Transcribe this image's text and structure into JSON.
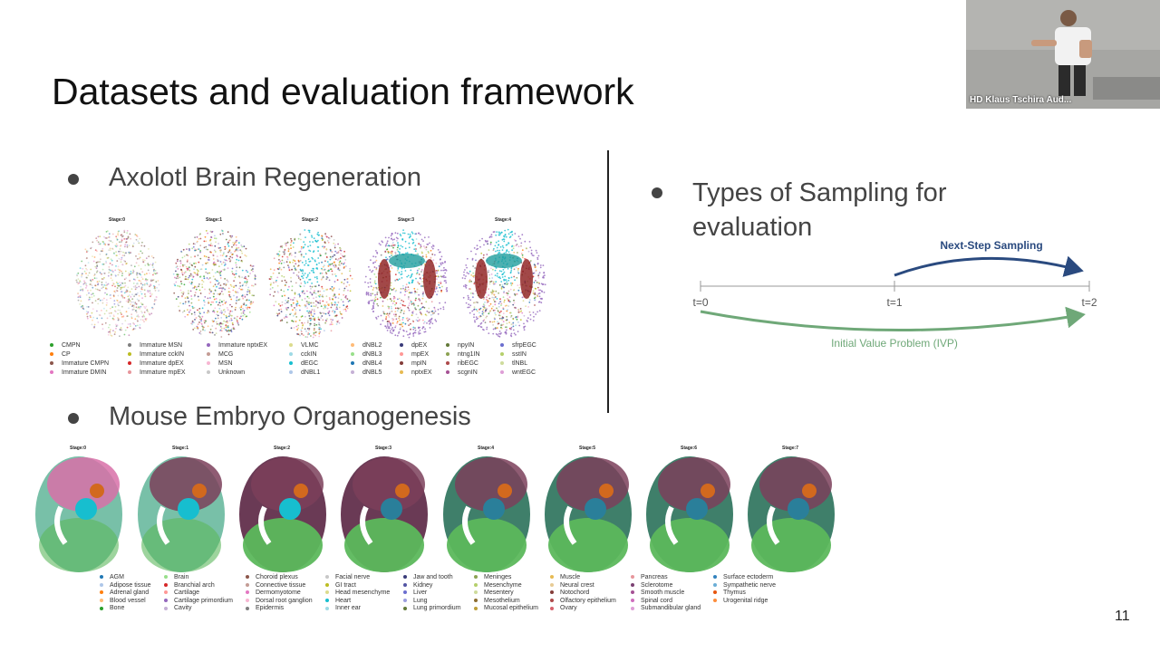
{
  "slide": {
    "title": "Datasets and evaluation framework",
    "page_number": "11"
  },
  "bullets": {
    "axolotl": "Axolotl Brain Regeneration",
    "mouse": "Mouse Embryo Organogenesis",
    "sampling": "Types of Sampling for evaluation"
  },
  "axolotl_stages": [
    "Stage:0",
    "Stage:1",
    "Stage:2",
    "Stage:3",
    "Stage:4"
  ],
  "axolotl_legend": [
    {
      "label": "CMPN",
      "color": "#2ca02c"
    },
    {
      "label": "CP",
      "color": "#ff7f0e"
    },
    {
      "label": "Immature CMPN",
      "color": "#8c564b"
    },
    {
      "label": "Immature DMIN",
      "color": "#e377c2"
    },
    {
      "label": "Immature MSN",
      "color": "#7f7f7f"
    },
    {
      "label": "Immature cckIN",
      "color": "#bcbd22"
    },
    {
      "label": "Immature dpEX",
      "color": "#d62728"
    },
    {
      "label": "Immature mpEX",
      "color": "#e7969c"
    },
    {
      "label": "Immature nptxEX",
      "color": "#9467bd"
    },
    {
      "label": "MCG",
      "color": "#c49c94"
    },
    {
      "label": "MSN",
      "color": "#f7b6d2"
    },
    {
      "label": "Unknown",
      "color": "#c7c7c7"
    },
    {
      "label": "VLMC",
      "color": "#dbdb8d"
    },
    {
      "label": "cckIN",
      "color": "#9edae5"
    },
    {
      "label": "dEGC",
      "color": "#17becf"
    },
    {
      "label": "dNBL1",
      "color": "#aec7e8"
    },
    {
      "label": "dNBL2",
      "color": "#ffbb78"
    },
    {
      "label": "dNBL3",
      "color": "#98df8a"
    },
    {
      "label": "dNBL4",
      "color": "#1f77b4"
    },
    {
      "label": "dNBL5",
      "color": "#c5b0d5"
    },
    {
      "label": "dpEX",
      "color": "#393b79"
    },
    {
      "label": "mpEX",
      "color": "#ff9896"
    },
    {
      "label": "mpIN",
      "color": "#843c39"
    },
    {
      "label": "nptxEX",
      "color": "#e7ba52"
    },
    {
      "label": "npyIN",
      "color": "#637939"
    },
    {
      "label": "ntng1IN",
      "color": "#8ca252"
    },
    {
      "label": "ribEGC",
      "color": "#ad494a"
    },
    {
      "label": "scgnIN",
      "color": "#a55194"
    },
    {
      "label": "sfrpEGC",
      "color": "#6b6ecf"
    },
    {
      "label": "sstIN",
      "color": "#b5cf6b"
    },
    {
      "label": "tlNBL",
      "color": "#cedb9c"
    },
    {
      "label": "wntEGC",
      "color": "#de9ed6"
    }
  ],
  "mouse_stages": [
    "Stage:0",
    "Stage:1",
    "Stage:2",
    "Stage:3",
    "Stage:4",
    "Stage:5",
    "Stage:6",
    "Stage:7"
  ],
  "mouse_legend": [
    {
      "label": "AGM",
      "color": "#1f77b4"
    },
    {
      "label": "Adipose tissue",
      "color": "#aec7e8"
    },
    {
      "label": "Adrenal gland",
      "color": "#ff7f0e"
    },
    {
      "label": "Blood vessel",
      "color": "#ffbb78"
    },
    {
      "label": "Bone",
      "color": "#2ca02c"
    },
    {
      "label": "Brain",
      "color": "#98df8a"
    },
    {
      "label": "Branchial arch",
      "color": "#d62728"
    },
    {
      "label": "Cartilage",
      "color": "#ff9896"
    },
    {
      "label": "Cartilage primordium",
      "color": "#9467bd"
    },
    {
      "label": "Cavity",
      "color": "#c5b0d5"
    },
    {
      "label": "Choroid plexus",
      "color": "#8c564b"
    },
    {
      "label": "Connective tissue",
      "color": "#c49c94"
    },
    {
      "label": "Dermomyotome",
      "color": "#e377c2"
    },
    {
      "label": "Dorsal root ganglion",
      "color": "#f7b6d2"
    },
    {
      "label": "Epidermis",
      "color": "#7f7f7f"
    },
    {
      "label": "Facial nerve",
      "color": "#c7c7c7"
    },
    {
      "label": "GI tract",
      "color": "#bcbd22"
    },
    {
      "label": "Head mesenchyme",
      "color": "#dbdb8d"
    },
    {
      "label": "Heart",
      "color": "#17becf"
    },
    {
      "label": "Inner ear",
      "color": "#9edae5"
    },
    {
      "label": "Jaw and tooth",
      "color": "#393b79"
    },
    {
      "label": "Kidney",
      "color": "#5254a3"
    },
    {
      "label": "Liver",
      "color": "#6b6ecf"
    },
    {
      "label": "Lung",
      "color": "#9c9ede"
    },
    {
      "label": "Lung primordium",
      "color": "#637939"
    },
    {
      "label": "Meninges",
      "color": "#8ca252"
    },
    {
      "label": "Mesenchyme",
      "color": "#b5cf6b"
    },
    {
      "label": "Mesentery",
      "color": "#cedb9c"
    },
    {
      "label": "Mesothelium",
      "color": "#8c6d31"
    },
    {
      "label": "Mucosal epithelium",
      "color": "#bd9e39"
    },
    {
      "label": "Muscle",
      "color": "#e7ba52"
    },
    {
      "label": "Neural crest",
      "color": "#e7cb94"
    },
    {
      "label": "Notochord",
      "color": "#843c39"
    },
    {
      "label": "Olfactory epithelium",
      "color": "#ad494a"
    },
    {
      "label": "Ovary",
      "color": "#d6616b"
    },
    {
      "label": "Pancreas",
      "color": "#e7969c"
    },
    {
      "label": "Sclerotome",
      "color": "#7b4173"
    },
    {
      "label": "Smooth muscle",
      "color": "#a55194"
    },
    {
      "label": "Spinal cord",
      "color": "#ce6dbd"
    },
    {
      "label": "Submandibular gland",
      "color": "#de9ed6"
    },
    {
      "label": "Surface ectoderm",
      "color": "#3182bd"
    },
    {
      "label": "Sympathetic nerve",
      "color": "#6baed6"
    },
    {
      "label": "Thymus",
      "color": "#e6550d"
    },
    {
      "label": "Urogenital ridge",
      "color": "#fd8d3c"
    }
  ],
  "sampling_diagram": {
    "next_step_label": "Next-Step Sampling",
    "ivp_label": "Initial Value Problem (IVP)",
    "ticks": [
      "t=0",
      "t=1",
      "t=2"
    ],
    "next_step_color": "#2a4a7f",
    "ivp_color": "#6fa878"
  },
  "video": {
    "caption": "HD Klaus Tschira Aud..."
  }
}
